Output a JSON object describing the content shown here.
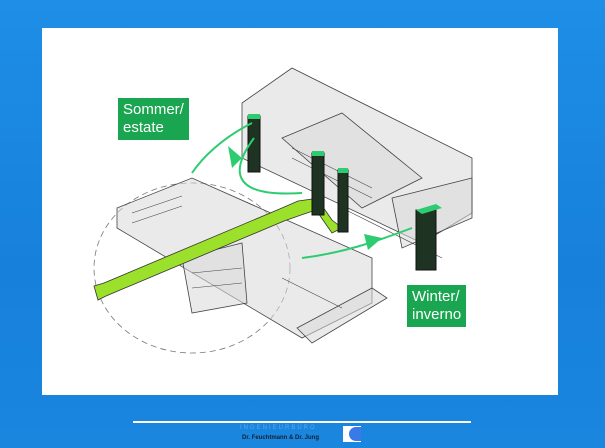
{
  "diagram": {
    "summer_label_line1": "Sommer/",
    "summer_label_line2": "estate",
    "winter_label_line1": "Winter/",
    "winter_label_line2": "inverno"
  },
  "footer": {
    "logo_line1": "INGENIEURBÜRO",
    "logo_line2": "Dr. Feuchtmann & Dr. Jung"
  },
  "colors": {
    "background": "#1a86de",
    "label": "#1aa650",
    "duct": "#9be02a",
    "arrow": "#2ecc71"
  }
}
